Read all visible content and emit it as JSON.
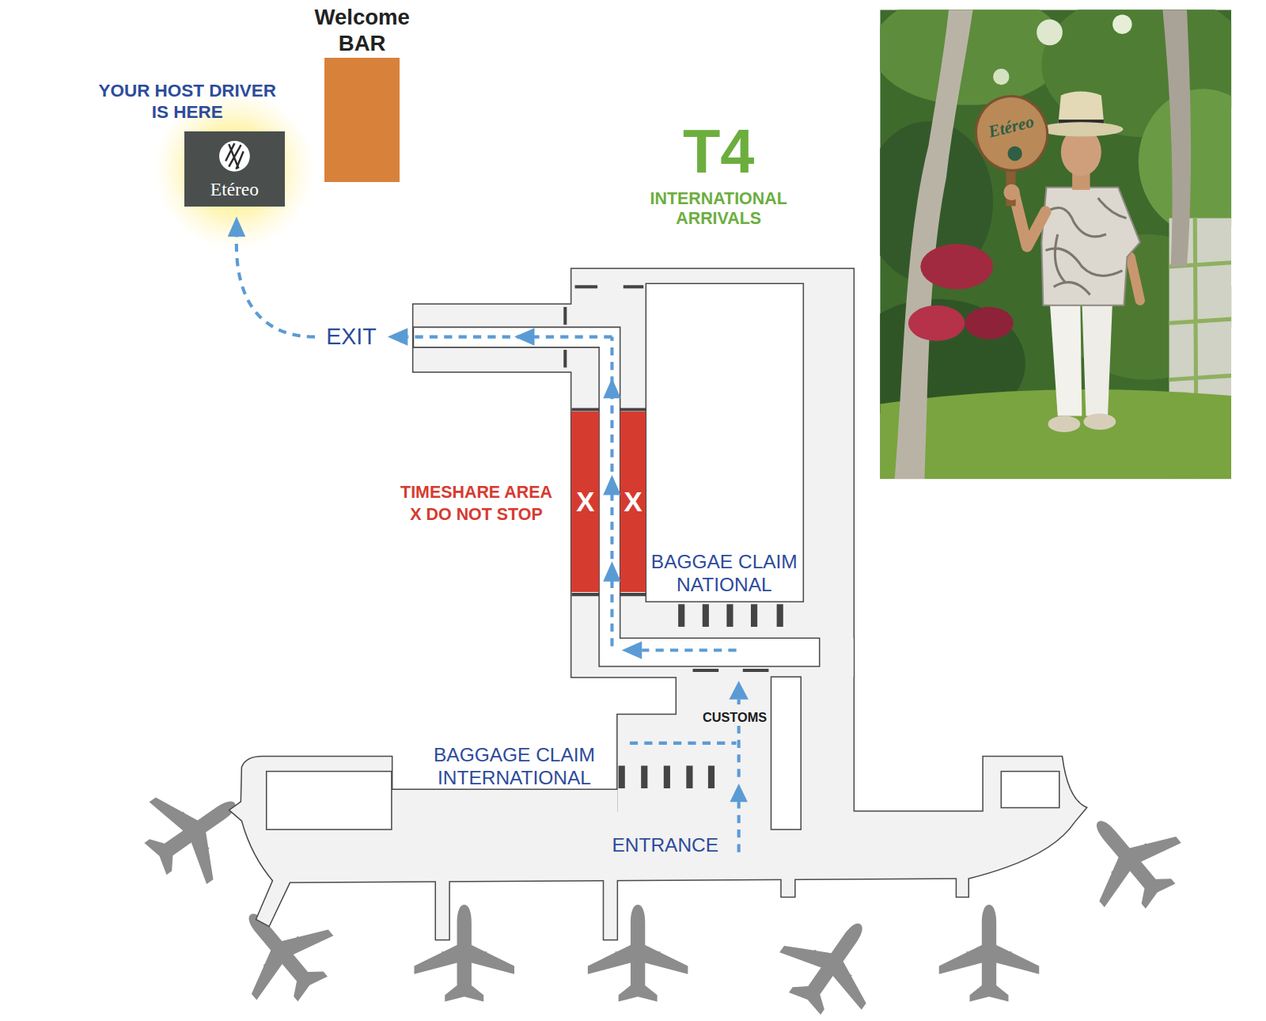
{
  "diagram": {
    "nodes": [
      {
        "text": [
          "Welcome BAR"
        ]
      },
      {
        "text": [
          "YOUR HOST DRIVER IS HERE",
          "Etéreo"
        ]
      },
      {
        "text": [
          "TIMESHARE AREA X DO NOT STOP",
          "X"
        ]
      },
      {
        "text": [
          "X"
        ]
      }
    ],
    "labels": [
      "Etéreo",
      "T4",
      "INTERNATIONAL ARRIVALS",
      "EXIT",
      "BAGGAE CLAIM NATIONAL",
      "CUSTOMS",
      "BAGGAGE CLAIM INTERNATIONAL",
      "ENTRANCE"
    ]
  }
}
